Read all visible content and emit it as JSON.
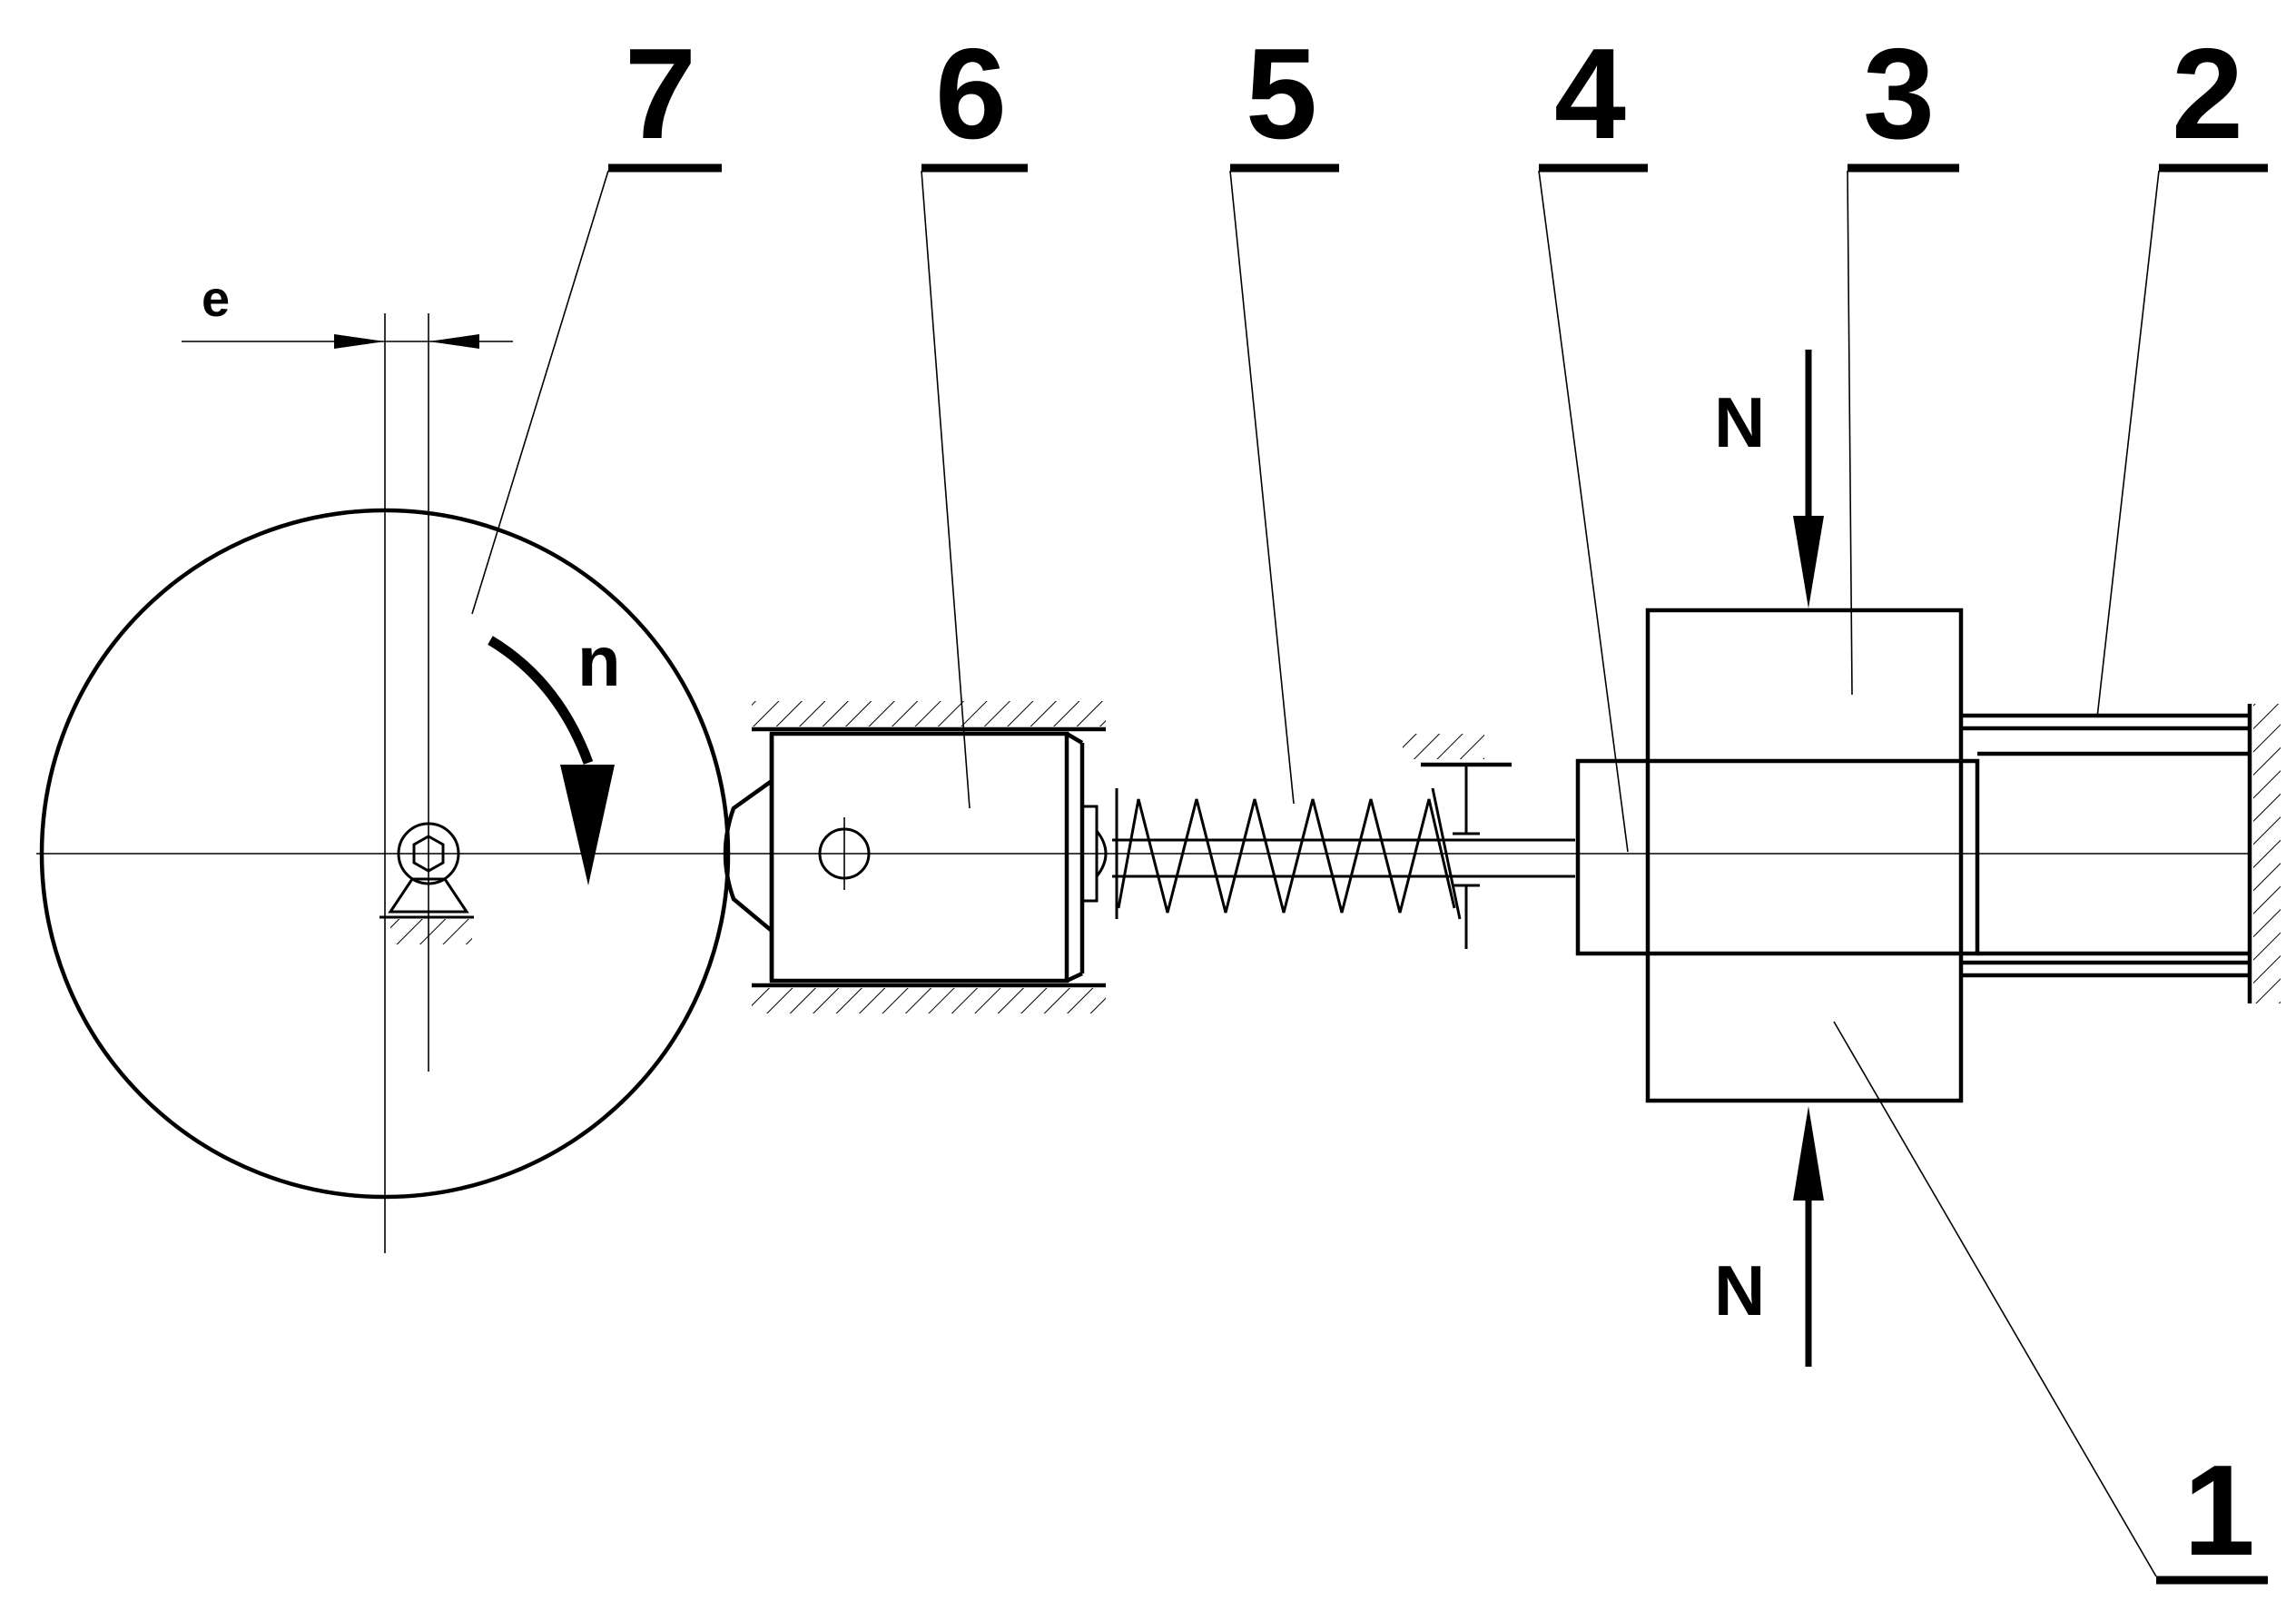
{
  "labels": {
    "part_1": "1",
    "part_2": "2",
    "part_3": "3",
    "part_4": "4",
    "part_5": "5",
    "part_6": "6",
    "part_7": "7",
    "eccentricity": "e",
    "rotation": "n",
    "force_top": "N",
    "force_bottom": "N"
  }
}
